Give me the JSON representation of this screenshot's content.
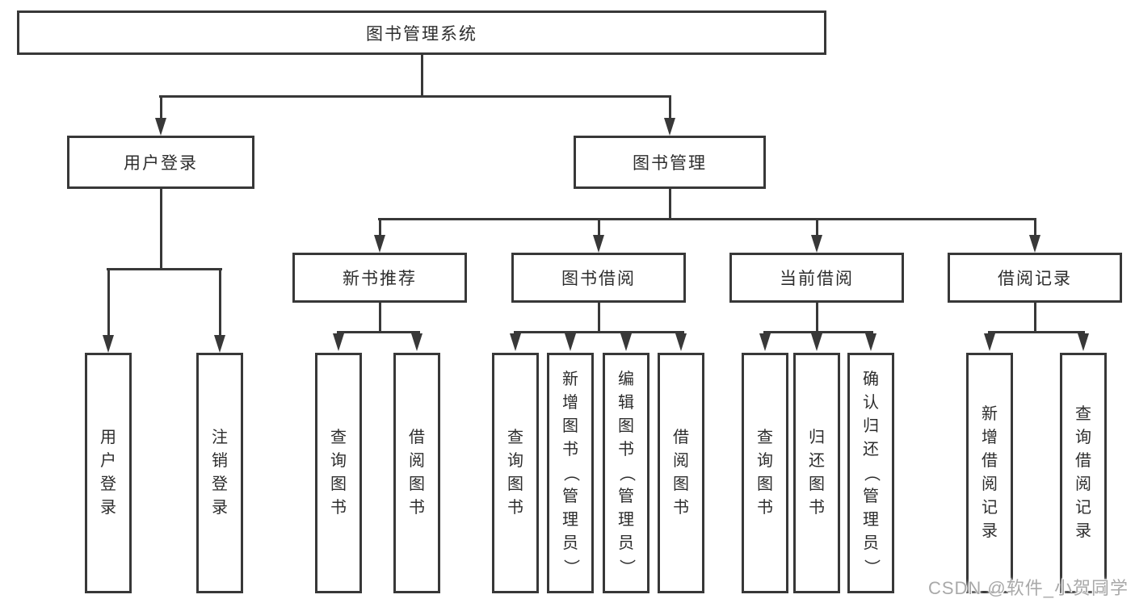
{
  "diagram_title": "图书管理系统",
  "tree": {
    "label": "图书管理系统",
    "children": [
      {
        "label": "用户登录",
        "children": [
          {
            "label": "用户登录"
          },
          {
            "label": "注销登录"
          }
        ]
      },
      {
        "label": "图书管理",
        "children": [
          {
            "label": "新书推荐",
            "children": [
              {
                "label": "查询图书"
              },
              {
                "label": "借阅图书"
              }
            ]
          },
          {
            "label": "图书借阅",
            "children": [
              {
                "label": "查询图书"
              },
              {
                "label": "新增图书（管理员）"
              },
              {
                "label": "编辑图书（管理员）"
              },
              {
                "label": "借阅图书"
              }
            ]
          },
          {
            "label": "当前借阅",
            "children": [
              {
                "label": "查询图书"
              },
              {
                "label": "归还图书"
              },
              {
                "label": "确认归还（管理员）"
              }
            ]
          },
          {
            "label": "借阅记录",
            "children": [
              {
                "label": "新增借阅记录"
              },
              {
                "label": "查询借阅记录"
              }
            ]
          }
        ]
      }
    ]
  },
  "watermark": {
    "text": "CSDN @软件_小贺同学"
  },
  "colors": {
    "line": "#383838",
    "text": "#2d2d2d",
    "background": "#ffffff",
    "watermark": "#a9a9a9"
  }
}
